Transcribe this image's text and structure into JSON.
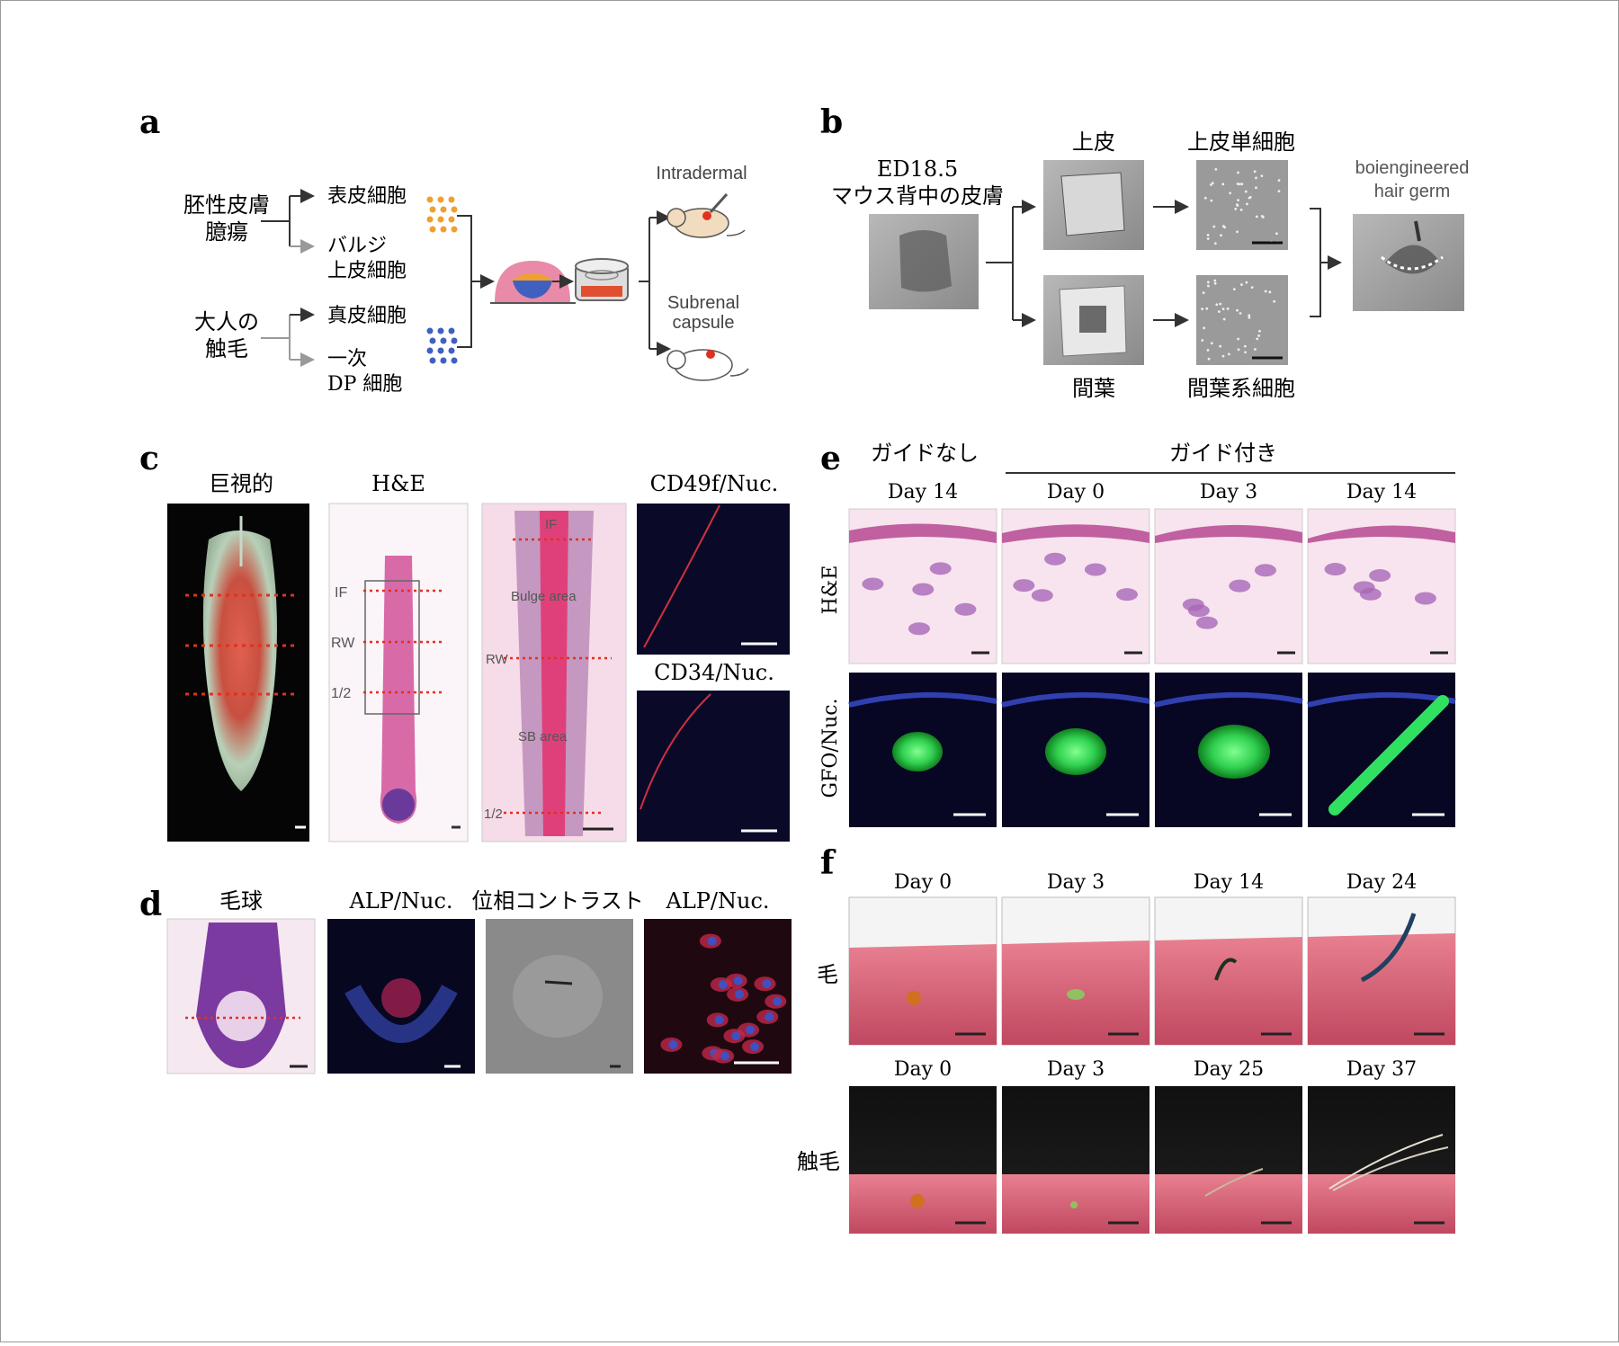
{
  "panel_letters": {
    "a": "a",
    "b": "b",
    "c": "c",
    "d": "d",
    "e": "e",
    "f": "f"
  },
  "a": {
    "source1": [
      "胚性皮膚",
      "臆瘍"
    ],
    "source2": [
      "大人の",
      "触毛"
    ],
    "cells": {
      "epidermal": "表皮細胞",
      "bulge": [
        "バルジ",
        "上皮細胞"
      ],
      "dermal": "真皮細胞",
      "dp": [
        "一次",
        "DP 細胞"
      ]
    },
    "intradermal": "Intradermal",
    "subrenal": [
      "Subrenal",
      "capsule"
    ]
  },
  "b": {
    "source": [
      "ED18.5",
      "マウス背中の皮膚"
    ],
    "epithelium": "上皮",
    "epithelial_single": "上皮単細胞",
    "mesenchyme": "間葉",
    "mesenchymal_cells": "間葉系細胞",
    "germ": [
      "boiengineered",
      "hair germ"
    ]
  },
  "c": {
    "macro": "巨視的",
    "he": "H&E",
    "cd49f": "CD49f/Nuc.",
    "cd34": "CD34/Nuc.",
    "lines": {
      "if": "IF",
      "rw": "RW",
      "half": "1/2"
    },
    "areas": {
      "bulge": "Bulge area",
      "sb": "SB area"
    }
  },
  "d": {
    "bulb": "毛球",
    "alp1": "ALP/Nuc.",
    "phase": "位相コントラスト",
    "alp2": "ALP/Nuc."
  },
  "e": {
    "no_guide": "ガイドなし",
    "with_guide": "ガイド付き",
    "days": [
      "Day 14",
      "Day 0",
      "Day 3",
      "Day 14"
    ],
    "row_he": "H&E",
    "row_gfp": "GFO/Nuc."
  },
  "f": {
    "days_hair": [
      "Day 0",
      "Day 3",
      "Day 14",
      "Day 24"
    ],
    "days_whisker": [
      "Day 0",
      "Day 3",
      "Day 25",
      "Day 37"
    ],
    "row_hair": "毛",
    "row_whisker": "触毛"
  },
  "colors": {
    "dot_orange": "#f0a030",
    "dot_blue": "#4060c0",
    "red_dash": "#e03020",
    "he_pink": "#e8a8c8",
    "gfp_green": "#30e060",
    "skin": "#d86878"
  }
}
